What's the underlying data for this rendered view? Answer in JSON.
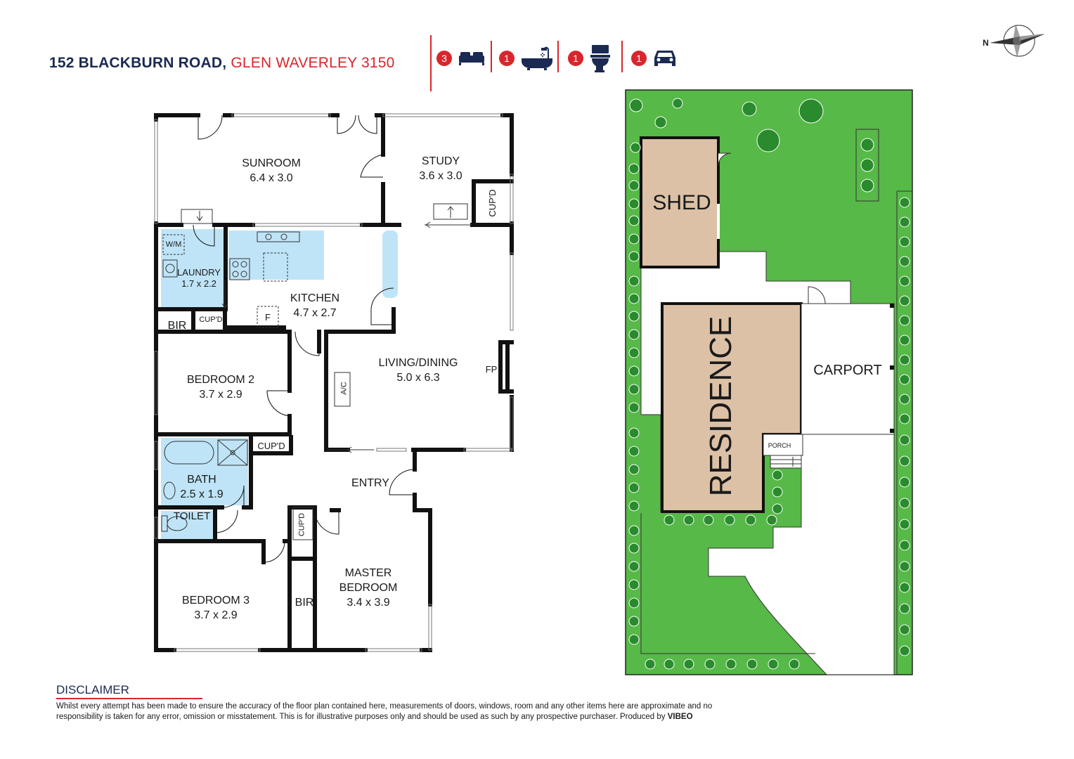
{
  "header": {
    "address_street": "152 BLACKBURN ROAD,",
    "address_suburb": "GLEN WAVERLEY 3150"
  },
  "features": [
    {
      "count": "3",
      "icon": "bed-icon"
    },
    {
      "count": "1",
      "icon": "bath-icon"
    },
    {
      "count": "1",
      "icon": "toilet-icon"
    },
    {
      "count": "1",
      "icon": "car-icon"
    }
  ],
  "compass": {
    "label": "N"
  },
  "rooms": {
    "sunroom": {
      "name": "SUNROOM",
      "size": "6.4 x 3.0"
    },
    "study": {
      "name": "STUDY",
      "size": "3.6 x 3.0"
    },
    "laundry": {
      "name": "LAUNDRY",
      "size": "1.7 x 2.2"
    },
    "kitchen": {
      "name": "KITCHEN",
      "size": "4.7 x 2.7"
    },
    "living": {
      "name": "LIVING/DINING",
      "size": "5.0 x 6.3"
    },
    "bedroom2": {
      "name": "BEDROOM 2",
      "size": "3.7 x 2.9"
    },
    "bath": {
      "name": "BATH",
      "size": "2.5 x 1.9"
    },
    "toilet": {
      "name": "TOILET"
    },
    "entry": {
      "name": "ENTRY"
    },
    "bedroom3": {
      "name": "BEDROOM 3",
      "size": "3.7 x 2.9"
    },
    "master": {
      "name1": "MASTER",
      "name2": "BEDROOM",
      "size": "3.4 x 3.9"
    }
  },
  "fixtures": {
    "wm": "W/M",
    "bir": "BIR",
    "cupd": "CUP'D",
    "fridge": "F",
    "fp": "FP",
    "ac": "A/C"
  },
  "site": {
    "shed": "SHED",
    "residence": "RESIDENCE",
    "carport": "CARPORT",
    "porch": "PORCH"
  },
  "colors": {
    "navy": "#1b2a52",
    "red": "#d8262c",
    "wet_area": "#bfe4f7",
    "lawn": "#57b947",
    "building": "#dcc1a6"
  },
  "disclaimer": {
    "title": "DISCLAIMER",
    "text": "Whilst every attempt has been made to ensure the accuracy of the floor plan contained  here, measurements of doors, windows, room and any other items here are approximate and no responsibility is taken for any error, omission or misstatement. This is for illustrative purposes only and should be used as such by any prospective purchaser. Produced by ",
    "brand": "VIBEO"
  }
}
